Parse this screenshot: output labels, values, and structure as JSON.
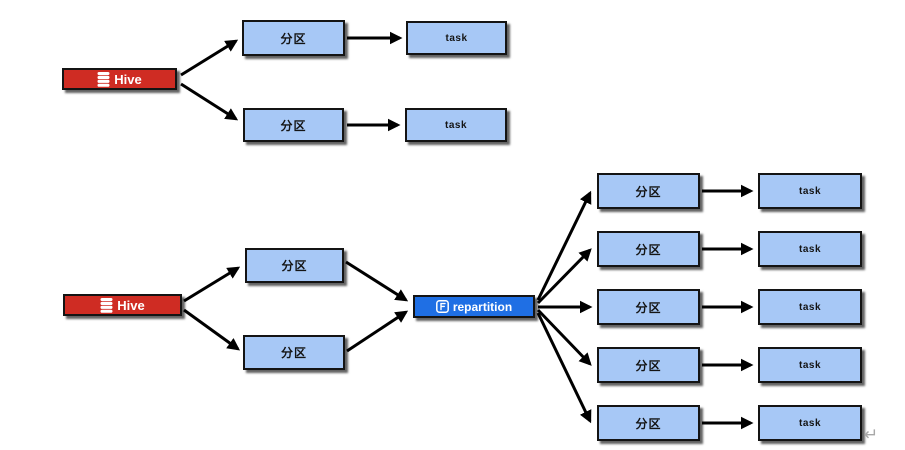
{
  "diagram": {
    "labels": {
      "hive": "Hive",
      "partition": "分区",
      "task": "task",
      "repartition": "repartition",
      "return_symbol": "↵"
    },
    "colors": {
      "partition_fill": "#a7c8f6",
      "hive_red": "#cf2c23",
      "repartition_blue": "#1f6fe4",
      "box_border": "#141414",
      "arrow": "#000000",
      "return_gray": "#a8a8a8",
      "background": "#ffffff"
    },
    "stage1": {
      "source": "Hive",
      "partition_count": 2,
      "task_count": 2,
      "flow": "Hive → 分区 → task"
    },
    "stage2": {
      "source": "Hive",
      "upstream_partition_count": 2,
      "shuffle": "repartition",
      "downstream_partition_count": 5,
      "downstream_task_count": 5,
      "flow": "Hive → 分区 → repartition → 分区 → task"
    }
  }
}
